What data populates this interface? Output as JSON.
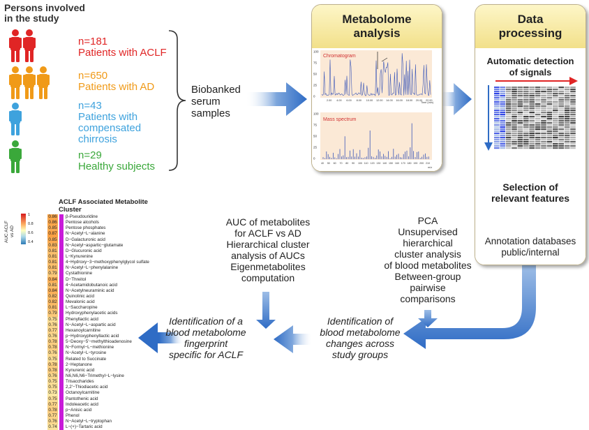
{
  "persons": {
    "title_line1": "Persons involved",
    "title_line2": "in the study",
    "groups": [
      {
        "count": "n=181",
        "label_lines": [
          "Patients with ACLF"
        ],
        "color": "#e02525"
      },
      {
        "count": "n=650",
        "label_lines": [
          "Patients with AD"
        ],
        "color": "#f09a18"
      },
      {
        "count": "n=43",
        "label_lines": [
          "Patients with",
          "compensated",
          "chirrosis"
        ],
        "color": "#3ea2dd"
      },
      {
        "count": "n=29",
        "label_lines": [
          "Healthy subjects"
        ],
        "color": "#3aa83a"
      }
    ]
  },
  "biobanked": {
    "lines": [
      "Biobanked",
      "serum",
      "samples"
    ]
  },
  "metabolome": {
    "title_lines": [
      "Metabolome",
      "analysis"
    ],
    "chromatogram_label": "Chromatogram",
    "mass_spectrum_label": "Mass spectrum",
    "chrom_y_ticks": [
      "100",
      "75",
      "50",
      "25",
      "0"
    ],
    "chrom_x_ticks": [
      "2.00",
      "4.00",
      "6.00",
      "8.00",
      "10.00",
      "12.00",
      "14.00",
      "16.00",
      "18.00",
      "20.00",
      "22.00"
    ],
    "chrom_x_unit": "Time (min)",
    "mass_y_ticks": [
      "100",
      "75",
      "50",
      "25",
      "0"
    ],
    "mass_x_ticks": [
      "40",
      "50",
      "60",
      "70",
      "80",
      "90",
      "100",
      "110",
      "120",
      "130",
      "140",
      "150",
      "160",
      "170",
      "180",
      "190",
      "200",
      "210"
    ],
    "mass_x_unit": "m/z"
  },
  "data_processing": {
    "title_lines": [
      "Data",
      "processing"
    ],
    "auto_detect_lines": [
      "Automatic detection",
      "of signals"
    ],
    "selection_lines": [
      "Selection of",
      "relevant features"
    ],
    "annotation_lines": [
      "Annotation databases",
      "public/internal"
    ]
  },
  "pca": {
    "lines": [
      "PCA",
      "Unsupervised",
      "hierarchical",
      "cluster analysis",
      "of blood metabolites",
      "Between-group",
      "pairwise",
      "comparisons"
    ]
  },
  "auc": {
    "lines": [
      "AUC of metabolites",
      "for ACLF vs AD",
      "Hierarchical cluster",
      "analysis of AUCs",
      "Eigenmetabolites",
      "computation"
    ]
  },
  "ident_changes": {
    "lines": [
      "Identification of",
      "blood metabolome",
      "changes across",
      "study groups"
    ]
  },
  "ident_fingerprint": {
    "lines": [
      "Identification of a",
      "blood metabolome",
      "fingerprint",
      "specific for ACLF"
    ]
  },
  "cluster": {
    "title_lines": [
      "ACLF Associated Metabolite",
      "Cluster"
    ],
    "legend_label_lines": [
      "AUC ACLF",
      "vs AD"
    ],
    "legend_ticks": [
      "1",
      "0.8",
      "0.6",
      "0.4"
    ],
    "bar_color": "#c81bd9",
    "metabolites": [
      {
        "auc": "0.86",
        "name": "β-Pseudouridine"
      },
      {
        "auc": "0.86",
        "name": "Pentose alcohols"
      },
      {
        "auc": "0.85",
        "name": "Pentose phosphates"
      },
      {
        "auc": "0.87",
        "name": "N−Acetyl−L−alanine"
      },
      {
        "auc": "0.85",
        "name": "D−Galacturonic acid"
      },
      {
        "auc": "0.83",
        "name": "N−Acetyl−aspartic−glutamate"
      },
      {
        "auc": "0.81",
        "name": "D−Glucuronic acid"
      },
      {
        "auc": "0.81",
        "name": "L−Kynurenine"
      },
      {
        "auc": "0.81",
        "name": "4−Hydroxy−3−methoxyphenylglycol sulfate"
      },
      {
        "auc": "0.81",
        "name": "N−Acetyl−L−phenylalanine"
      },
      {
        "auc": "0.79",
        "name": "Cystathionine"
      },
      {
        "auc": "0.84",
        "name": "D−Threitol"
      },
      {
        "auc": "0.81",
        "name": "4−Acetamidobutanoic acid"
      },
      {
        "auc": "0.84",
        "name": "N−Acetylneuraminic acid"
      },
      {
        "auc": "0.82",
        "name": "Quinolinic acid"
      },
      {
        "auc": "0.82",
        "name": "Mevalonic acid"
      },
      {
        "auc": "0.81",
        "name": "L−Saccharopine"
      },
      {
        "auc": "0.79",
        "name": "Hydroxyphenylacetic acids"
      },
      {
        "auc": "0.75",
        "name": "Phenyllactic acid"
      },
      {
        "auc": "0.76",
        "name": "N−Acetyl−L−aspartic acid"
      },
      {
        "auc": "0.77",
        "name": "Hexanoylcarnitine"
      },
      {
        "auc": "0.76",
        "name": "p−Hydroxyphenyllactic acid"
      },
      {
        "auc": "0.78",
        "name": "5−Deoxy−5'−methylthioadenosine"
      },
      {
        "auc": "0.78",
        "name": "N−Formyl−L−methionine"
      },
      {
        "auc": "0.76",
        "name": "N−Acetyl−L−tyrosine"
      },
      {
        "auc": "0.75",
        "name": "Related to Succinate"
      },
      {
        "auc": "0.78",
        "name": "2−Heptanone"
      },
      {
        "auc": "0.78",
        "name": "Kynurenic acid"
      },
      {
        "auc": "0.76",
        "name": "N6,N6,N6−Trimethyl−L−lysine"
      },
      {
        "auc": "0.75",
        "name": "Trisaccharides"
      },
      {
        "auc": "0.75",
        "name": "2,2'−Thiodiacetic acid"
      },
      {
        "auc": "0.73",
        "name": "Octanoylcarnitine"
      },
      {
        "auc": "0.75",
        "name": "Pantothenic acid"
      },
      {
        "auc": "0.77",
        "name": "Indoleacetic acid"
      },
      {
        "auc": "0.78",
        "name": "p−Anisic acid"
      },
      {
        "auc": "0.77",
        "name": "Phenol"
      },
      {
        "auc": "0.76",
        "name": "N−Acetyl−L−tryptophan"
      },
      {
        "auc": "0.74",
        "name": "L−(+)−Tartaric acid"
      }
    ]
  }
}
